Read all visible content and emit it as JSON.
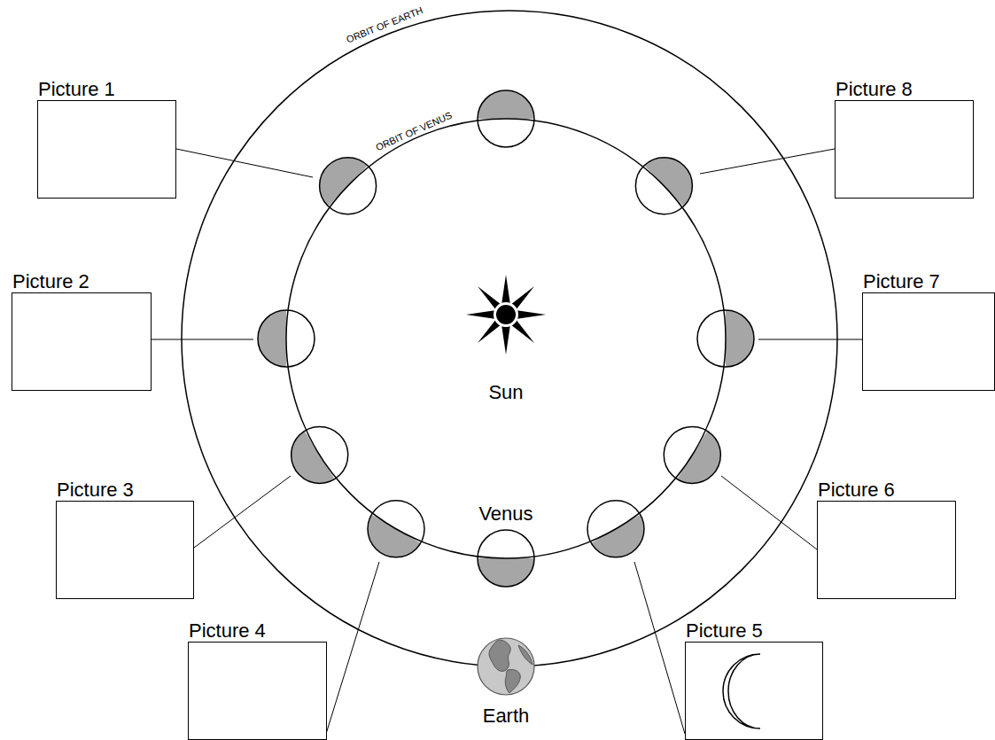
{
  "diagram": {
    "nodes": [
      {
        "text": [
          "Picture 1"
        ]
      },
      {
        "text": [
          "Picture 8"
        ]
      },
      {
        "text": [
          "Picture 2"
        ]
      },
      {
        "text": [
          "Picture 7"
        ]
      },
      {
        "text": [
          "Picture 3"
        ]
      },
      {
        "text": [
          "Picture 6"
        ]
      },
      {
        "text": [
          "Picture 4"
        ]
      },
      {
        "text": [
          "Picture 5"
        ]
      }
    ],
    "labels": [
      "ORBIT OF EARTH",
      "ORBIT OF VENUS",
      "Sun",
      "Venus",
      "Earth"
    ]
  }
}
